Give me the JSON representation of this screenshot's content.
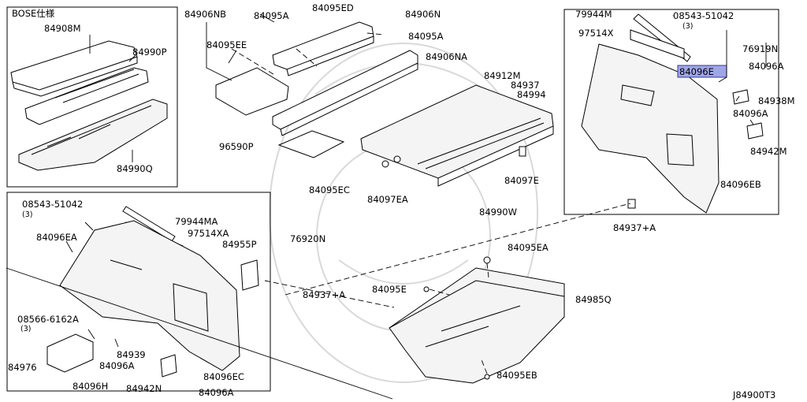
{
  "diagram_code": "J84900T3",
  "colors": {
    "highlight": "#9fa6e6",
    "highlight_border": "#2e3aa8",
    "line": "#000000"
  },
  "groups": {
    "bose": {
      "title": "BOSE仕様",
      "parts": [
        "84908M",
        "84990P",
        "84990Q"
      ]
    },
    "floor_upper": {
      "parts": [
        "84906NB",
        "84095A",
        "84095ED",
        "84906N",
        "84095EE",
        "84095A",
        "84906NA",
        "96590P",
        "84912M",
        "84937",
        "84994",
        "84095EC",
        "84097EA",
        "84097E",
        "84990W"
      ]
    },
    "right_side": {
      "parts": [
        "79944M",
        "08543-51042",
        "(3)",
        "97514X",
        "76919N",
        "84096E",
        "84096A",
        "84938M",
        "84096A",
        "84942M",
        "84096EB",
        "84937+A"
      ]
    },
    "left_side": {
      "parts": [
        "08543-51042",
        "(3)",
        "79944MA",
        "97514XA",
        "84096EA",
        "76920N",
        "84955P",
        "84937+A",
        "08566-6162A",
        "(3)",
        "84939",
        "84976",
        "84096A",
        "84096H",
        "84942N",
        "84096A",
        "84096EC"
      ]
    },
    "trunk_floor": {
      "parts": [
        "84095EA",
        "84095E",
        "84985Q",
        "84095EB"
      ]
    }
  }
}
